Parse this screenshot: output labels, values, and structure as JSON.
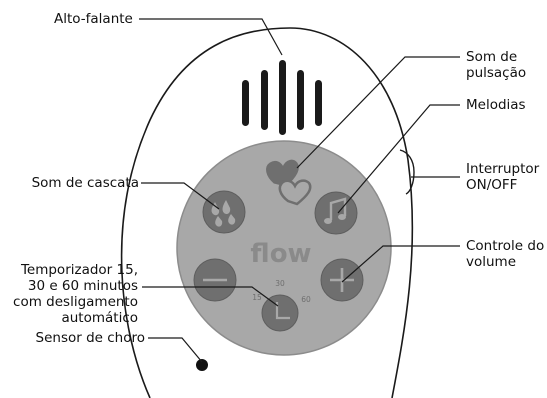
{
  "callouts": {
    "speaker": "Alto-falante",
    "pulse_line1": "Som de",
    "pulse_line2": "pulsação",
    "melodies": "Melodias",
    "switch_line1": "Interruptor",
    "switch_line2": "ON/OFF",
    "waterfall": "Som de cascata",
    "volume_line1": "Controle do",
    "volume_line2": "volume",
    "timer_line1": "Temporizador 15,",
    "timer_line2": "30 e 60 minutos",
    "timer_line3": "com desligamento",
    "timer_line4": "automático",
    "cry_sensor": "Sensor de choro"
  },
  "device": {
    "logo": "flow",
    "timer_marks": [
      "15",
      "30",
      "60"
    ]
  },
  "colors": {
    "outline": "#1a1a1a",
    "panel_fill": "#a8a8a8",
    "panel_stroke": "#8c8c8c",
    "button_fill": "#6f6f6f",
    "button_stroke": "#5e5e5e",
    "logo": "#8a8a8a"
  },
  "icons": {
    "pulse_button": "heart-icon",
    "melody_button": "music-note-icon",
    "waterfall_button": "water-drops-icon",
    "volume_down_button": "minus-icon",
    "volume_up_button": "plus-icon",
    "timer_button": "clock-icon"
  }
}
